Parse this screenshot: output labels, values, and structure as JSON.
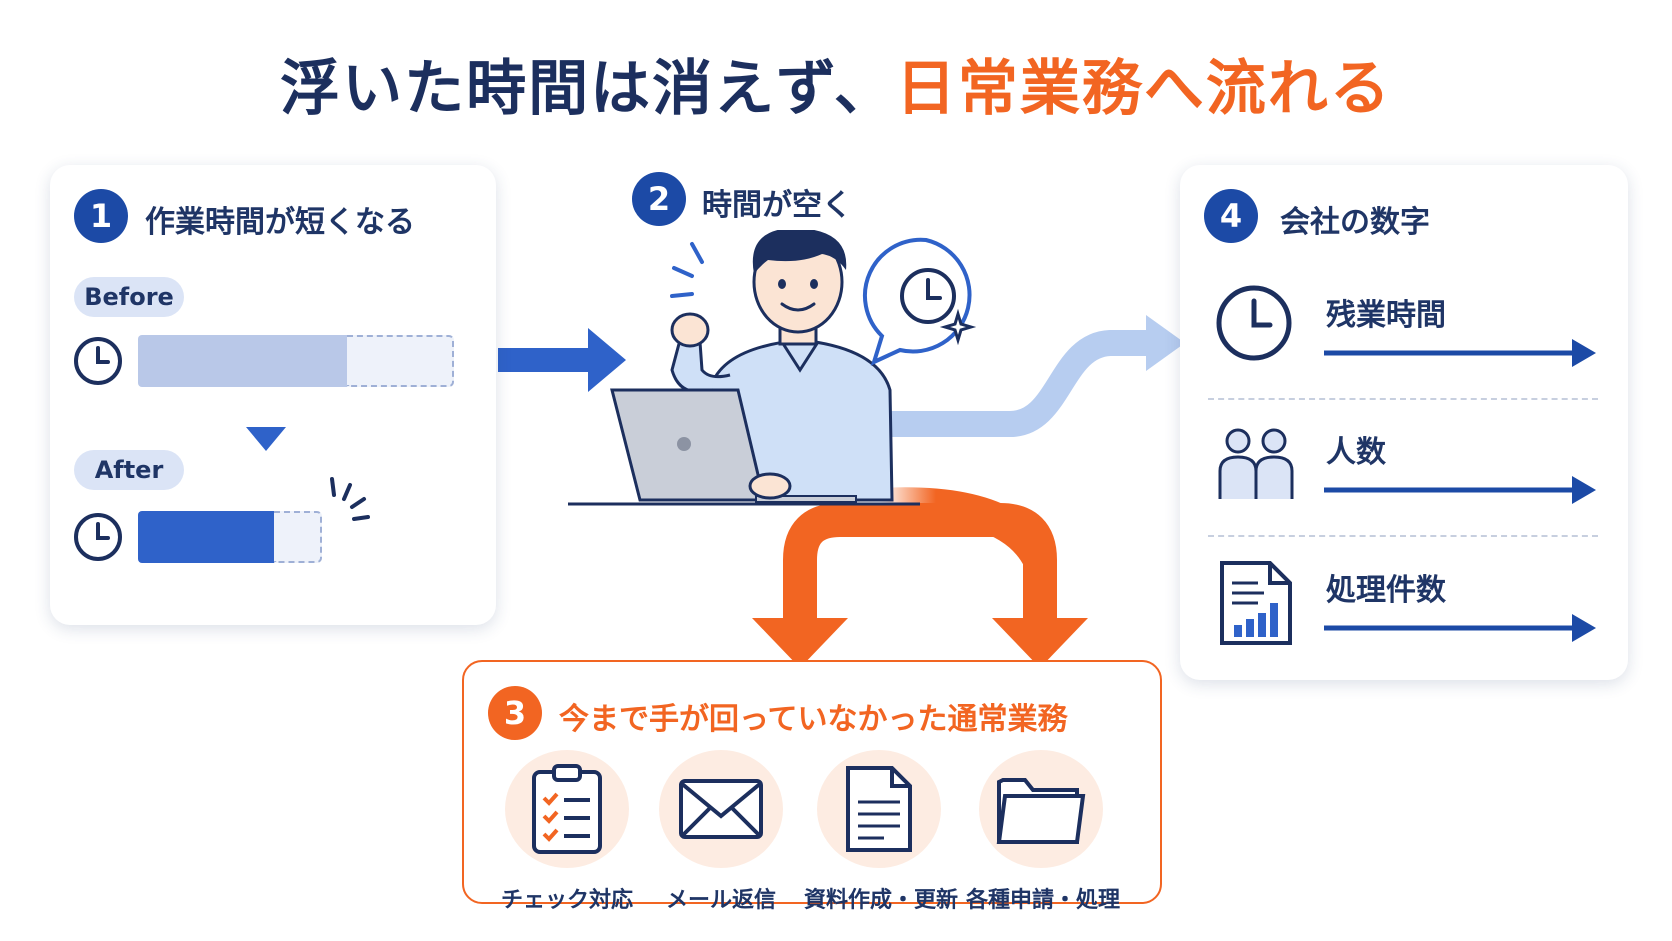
{
  "title": {
    "main": "浮いた時間は消えず、",
    "accent": "日常業務へ流れる"
  },
  "colors": {
    "navy": "#1c2f5e",
    "blue": "#1c4aa6",
    "accent_orange": "#f26522",
    "light_blue": "#b7cdf0"
  },
  "step1": {
    "number": "1",
    "heading": "作業時間が短くなる",
    "before_label": "Before",
    "after_label": "After",
    "before_fraction": 0.66,
    "after_fraction": 0.74
  },
  "step2": {
    "number": "2",
    "heading": "時間が空く"
  },
  "step3": {
    "number": "3",
    "heading": "今まで手が回っていなかった通常業務",
    "tasks": [
      {
        "label": "チェック対応",
        "icon": "clipboard-checklist-icon"
      },
      {
        "label": "メール返信",
        "icon": "envelope-icon"
      },
      {
        "label": "資料作成・更新",
        "icon": "document-icon"
      },
      {
        "label": "各種申請・処理",
        "icon": "folder-icon"
      }
    ]
  },
  "step4": {
    "number": "4",
    "heading": "会社の数字",
    "metrics": [
      {
        "label": "残業時間",
        "icon": "clock-icon"
      },
      {
        "label": "人数",
        "icon": "people-icon"
      },
      {
        "label": "処理件数",
        "icon": "report-chart-icon"
      }
    ]
  }
}
